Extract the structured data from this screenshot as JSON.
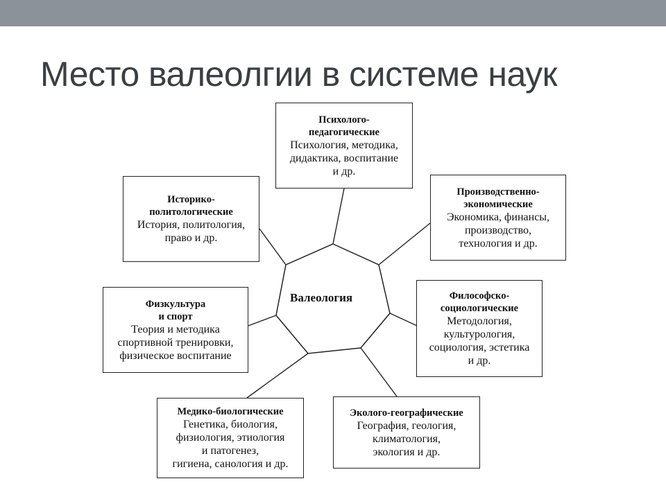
{
  "slide": {
    "title": "Место валеолгии в системе наук"
  },
  "diagram": {
    "center": "Валеология",
    "boxes": {
      "psych": {
        "heading": [
          "Психолого-",
          "педагогические"
        ],
        "body": [
          "Психология, методика,",
          "дидактика, воспитание",
          "и др."
        ]
      },
      "hist": {
        "heading": [
          "Историко-",
          "политологические"
        ],
        "body": [
          "История, политология,",
          "право и др."
        ]
      },
      "prod": {
        "heading": [
          "Производственно-",
          "экономические"
        ],
        "body": [
          "Экономика, финансы,",
          "производство,",
          "технология и др."
        ]
      },
      "phys": {
        "heading": [
          "Физкультура",
          "и спорт"
        ],
        "body": [
          "Теория и методика",
          "спортивной тренировки,",
          "физическое воспитание"
        ]
      },
      "phil": {
        "heading": [
          "Философско-",
          "социологические"
        ],
        "body": [
          "Методология,",
          "культурология,",
          "социология, эстетика",
          "и др."
        ]
      },
      "med": {
        "heading": [
          "Медико-биологические"
        ],
        "body": [
          "Генетика, биология,",
          "физиология, этиология",
          "и патогенез,",
          "гигиена, санология и др."
        ]
      },
      "eco": {
        "heading": [
          "Эколого-географические"
        ],
        "body": [
          "География, геология,",
          "климатология,",
          "экология и др."
        ]
      }
    }
  }
}
